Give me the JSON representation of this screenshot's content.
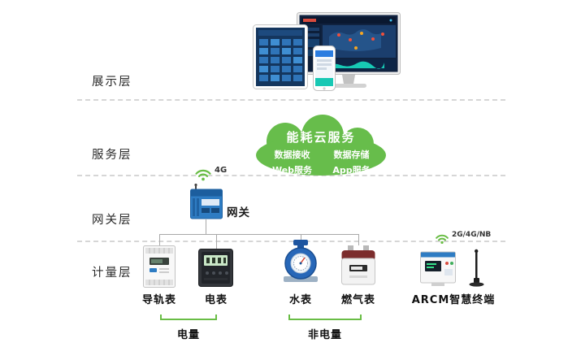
{
  "layers": [
    {
      "label": "展示层"
    },
    {
      "label": "服务层"
    },
    {
      "label": "网关层"
    },
    {
      "label": "计量层"
    }
  ],
  "cloud": {
    "title": "能耗云服务",
    "items": [
      "数据接收",
      "数据存储",
      "Web服务",
      "App服务"
    ]
  },
  "gateway": {
    "label": "网关",
    "signal": "4G"
  },
  "arcm": {
    "signal": "2G/4G/NB"
  },
  "meters": [
    {
      "label": "导轨表"
    },
    {
      "label": "电表"
    },
    {
      "label": "水表"
    },
    {
      "label": "燃气表"
    },
    {
      "label": "ARCM智慧终端"
    }
  ],
  "groups": [
    {
      "label": "电量"
    },
    {
      "label": "非电量"
    }
  ],
  "colors": {
    "accent_green": "#69bd45",
    "cloud_green": "#67bd4b",
    "device_blue": "#2e7cc3",
    "connector_grey": "#a9a9a9"
  }
}
